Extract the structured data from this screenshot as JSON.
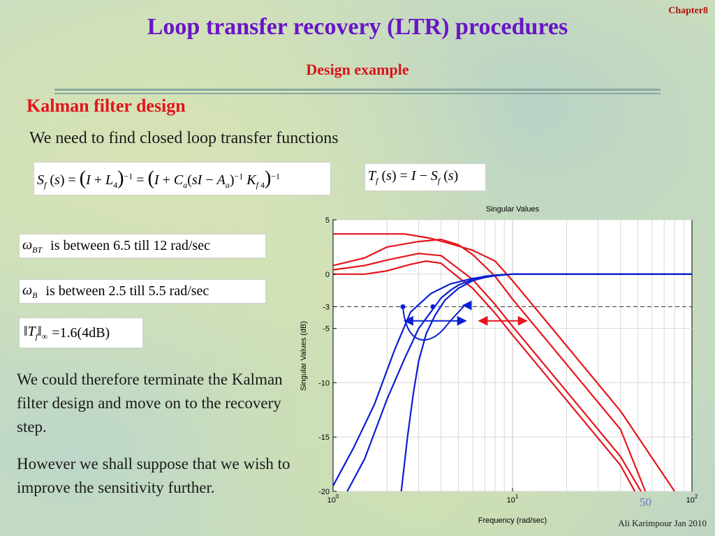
{
  "header": {
    "chapter": "Chapter8",
    "title": "Loop transfer recovery (LTR) procedures",
    "subtitle": "Design example"
  },
  "section": "Kalman filter design",
  "intro": "We need to find closed loop transfer functions",
  "eq_sf": "S f (s) = (I + L4)^−1 = (I + Ca (sI − Aa)^−1 K f4)^−1",
  "eq_tf": "T f (s) = I − S f (s)",
  "box_bt": {
    "text": "is  between  6.5  till  12  rad/sec"
  },
  "box_b": {
    "text": "is  between  2.5  till  5.5  rad/sec"
  },
  "box_tf": {
    "value": "=1.6(4dB)"
  },
  "para1": "We could therefore terminate the Kalman filter design and move on to the recovery step.",
  "para2": "However we shall suppose that we wish to improve the sensitivity further.",
  "page_number": "50",
  "footer": "Ali Karimpour  Jan 2010",
  "colors": {
    "title": "#6a14c8",
    "accent": "#e4141c",
    "red_series": "#e8141c",
    "blue_series": "#0a1ed2"
  },
  "chart_data": {
    "type": "line",
    "title": "Singular Values",
    "xlabel": "Frequency (rad/sec)",
    "ylabel": "Singular Values (dB)",
    "xscale": "log",
    "xlim": [
      1,
      100
    ],
    "ylim": [
      -20,
      5
    ],
    "yticks": [
      5,
      0,
      -3,
      -5,
      -10,
      -15,
      -20
    ],
    "xticks": [
      {
        "base": "10",
        "exp": "0"
      },
      {
        "base": "10",
        "exp": "1"
      },
      {
        "base": "10",
        "exp": "2"
      }
    ],
    "grid": true,
    "reference_line_db": -3,
    "series": [
      {
        "color": "red",
        "x": [
          1,
          2.5,
          3.5,
          4.5,
          6,
          8,
          10,
          20,
          40,
          80
        ],
        "y": [
          3.7,
          3.7,
          3.3,
          2.8,
          2.2,
          1.2,
          -0.6,
          -6.6,
          -12.6,
          -20
        ]
      },
      {
        "color": "red",
        "x": [
          1,
          1.5,
          2,
          3,
          4,
          5,
          6,
          8,
          10,
          20,
          40,
          55
        ],
        "y": [
          0.8,
          1.5,
          2.5,
          3.0,
          3.2,
          2.7,
          1.8,
          -0.2,
          -2.3,
          -8.3,
          -14.3,
          -20
        ]
      },
      {
        "color": "red",
        "x": [
          1,
          1.5,
          2,
          3,
          4,
          5,
          6,
          8,
          10,
          20,
          40,
          52
        ],
        "y": [
          0.4,
          0.8,
          1.3,
          1.9,
          1.7,
          0.5,
          -0.5,
          -2.8,
          -4.8,
          -10.8,
          -16.8,
          -20
        ]
      },
      {
        "color": "red",
        "x": [
          1,
          1.5,
          2,
          2.7,
          3.3,
          4,
          5,
          6,
          8,
          10,
          20,
          40,
          48
        ],
        "y": [
          0,
          0,
          0.3,
          0.9,
          1.2,
          1.0,
          -0.3,
          -1.3,
          -3.6,
          -5.6,
          -11.6,
          -17.6,
          -20
        ]
      },
      {
        "color": "blue",
        "x": [
          1,
          1.3,
          1.7,
          2.2,
          2.7,
          3.5,
          4.5,
          6,
          8,
          10,
          14,
          20,
          100
        ],
        "y": [
          -19.5,
          -16,
          -12,
          -7,
          -3.5,
          -1.8,
          -0.9,
          -0.4,
          -0.1,
          0,
          0,
          0,
          0
        ]
      },
      {
        "color": "blue",
        "x": [
          1.2,
          1.5,
          2,
          2.5,
          3,
          3.5,
          4,
          4.5,
          5,
          6,
          7,
          8,
          10,
          100
        ],
        "y": [
          -20,
          -17,
          -11.5,
          -7.8,
          -5,
          -3.5,
          -2.2,
          -1.5,
          -1,
          -0.5,
          -0.2,
          -0.1,
          0,
          0
        ]
      },
      {
        "color": "blue",
        "x": [
          2.4,
          2.6,
          2.8,
          3.0,
          3.3,
          3.7,
          4.2,
          5,
          6,
          7,
          8,
          10,
          100
        ],
        "y": [
          -20,
          -15,
          -11,
          -8,
          -5.5,
          -3.8,
          -2.4,
          -1.3,
          -0.6,
          -0.3,
          -0.15,
          0,
          0
        ]
      }
    ],
    "markers": [
      {
        "x": 2.45,
        "y": -3,
        "color": "blue"
      },
      {
        "x": 3.6,
        "y": -3,
        "color": "blue"
      }
    ],
    "annotations": [
      {
        "type": "double-arrow",
        "color": "blue",
        "x1": 2.5,
        "x2": 5.5,
        "y": -4.3
      },
      {
        "type": "double-arrow",
        "color": "red",
        "x1": 6.5,
        "x2": 12,
        "y": -4.3
      },
      {
        "type": "loop-arrow",
        "color": "blue",
        "from_x": 2.45,
        "to_x": 5.3,
        "y": -3
      }
    ]
  }
}
